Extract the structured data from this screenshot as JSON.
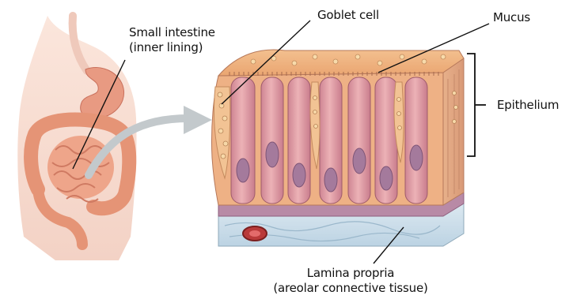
{
  "labels": {
    "small_intestine": [
      "Small intestine",
      "(inner lining)"
    ],
    "goblet_cell": "Goblet cell",
    "mucus": "Mucus",
    "epithelium": "Epithelium",
    "lamina_propria": [
      "Lamina propria",
      "(areolar connective tissue)"
    ]
  },
  "colors": {
    "skin": "#f6ddd3",
    "organ": "#e8a087",
    "cell_body": "#d9969f",
    "cytoplasm": "#f1b784",
    "nucleus": "#a37a9a",
    "connective": "#cfe1ee",
    "basement": "#b986a3",
    "arrow": "#bfc6c9"
  }
}
